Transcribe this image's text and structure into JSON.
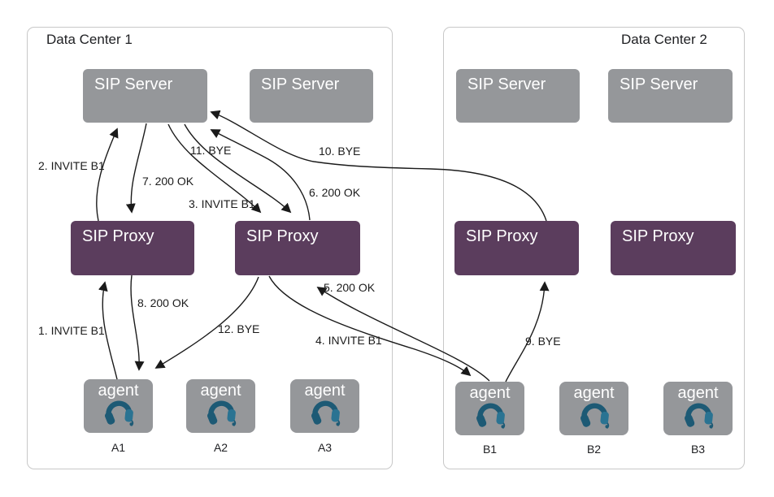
{
  "colors": {
    "server_fill": "#95979a",
    "proxy_fill": "#5b3d5d",
    "agent_fill": "#95979a",
    "arrow": "#1a1a1a",
    "border": "#c8c8c8"
  },
  "data_centers": [
    {
      "title": "Data Center 1",
      "servers": [
        "SIP Server",
        "SIP Server"
      ],
      "proxies": [
        "SIP Proxy",
        "SIP Proxy"
      ],
      "agents": [
        {
          "label": "agent",
          "id": "A1",
          "icon": "headset-icon"
        },
        {
          "label": "agent",
          "id": "A2",
          "icon": "headset-icon"
        },
        {
          "label": "agent",
          "id": "A3",
          "icon": "headset-icon"
        }
      ]
    },
    {
      "title": "Data Center 2",
      "servers": [
        "SIP Server",
        "SIP Server"
      ],
      "proxies": [
        "SIP Proxy",
        "SIP Proxy"
      ],
      "agents": [
        {
          "label": "agent",
          "id": "B1",
          "icon": "headset-icon"
        },
        {
          "label": "agent",
          "id": "B2",
          "icon": "headset-icon"
        },
        {
          "label": "agent",
          "id": "B3",
          "icon": "headset-icon"
        }
      ]
    }
  ],
  "messages": [
    {
      "seq": 1,
      "label": "1. INVITE B1",
      "from": "A1",
      "to": "DC1 SIP Proxy left"
    },
    {
      "seq": 2,
      "label": "2. INVITE B1",
      "from": "DC1 SIP Proxy left",
      "to": "DC1 SIP Server left"
    },
    {
      "seq": 3,
      "label": "3. INVITE B1",
      "from": "DC1 SIP Server left",
      "to": "DC1 SIP Proxy right"
    },
    {
      "seq": 4,
      "label": "4. INVITE B1",
      "from": "DC1 SIP Proxy right",
      "to": "B1"
    },
    {
      "seq": 5,
      "label": "5. 200 OK",
      "from": "B1",
      "to": "DC1 SIP Proxy right"
    },
    {
      "seq": 6,
      "label": "6. 200 OK",
      "from": "DC1 SIP Proxy right",
      "to": "DC1 SIP Server left"
    },
    {
      "seq": 7,
      "label": "7. 200 OK",
      "from": "DC1 SIP Server left",
      "to": "DC1 SIP Proxy left"
    },
    {
      "seq": 8,
      "label": "8. 200 OK",
      "from": "DC1 SIP Proxy left",
      "to": "A1"
    },
    {
      "seq": 9,
      "label": "9. BYE",
      "from": "B1",
      "to": "DC2 SIP Proxy left"
    },
    {
      "seq": 10,
      "label": "10. BYE",
      "from": "DC2 SIP Proxy left",
      "to": "DC1 SIP Server left"
    },
    {
      "seq": 11,
      "label": "11. BYE",
      "from": "DC1 SIP Server left",
      "to": "DC1 SIP Proxy right"
    },
    {
      "seq": 12,
      "label": "12. BYE",
      "from": "DC1 SIP Proxy right",
      "to": "A1"
    }
  ]
}
